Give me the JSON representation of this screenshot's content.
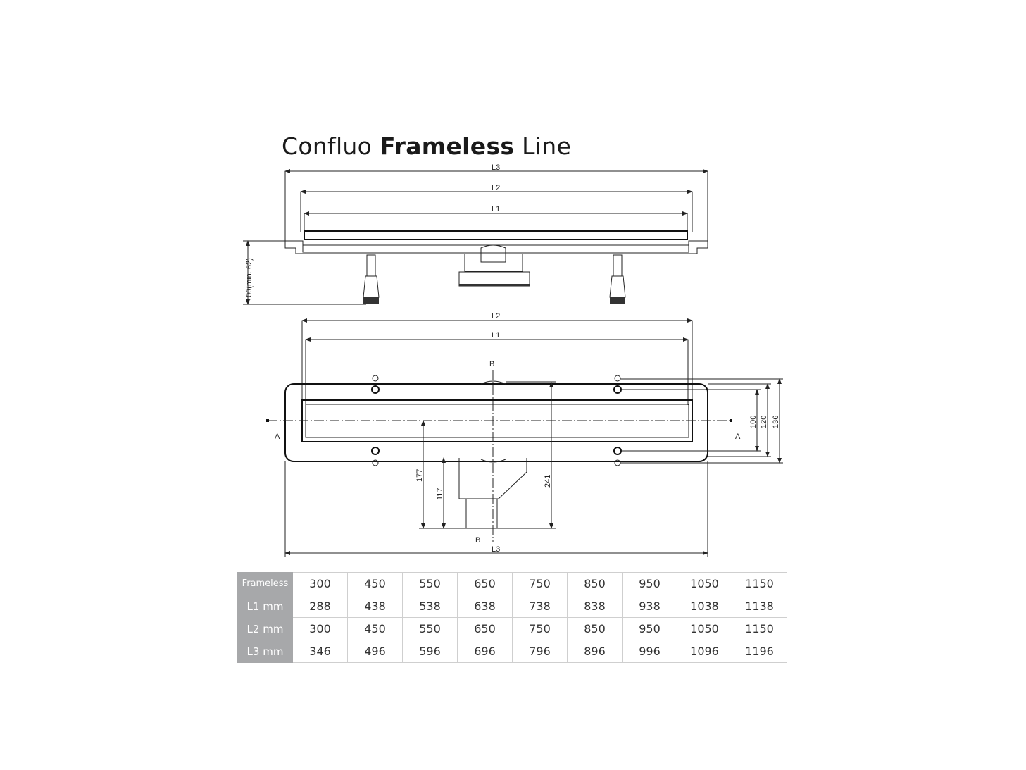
{
  "title": {
    "part1": "Confluo",
    "part2": "Frameless",
    "part3": "Line"
  },
  "side_view": {
    "l3": "L3",
    "l2": "L2",
    "l1": "L1",
    "height": "100(min. 62)"
  },
  "plan_view": {
    "l2": "L2",
    "l1": "L1",
    "l3": "L3",
    "section_a_left": "A",
    "section_a_right": "A",
    "section_b_top": "B",
    "section_b_bottom": "B",
    "dim_177": "177",
    "dim_117": "117",
    "dim_241": "241",
    "dim_100": "100",
    "dim_120": "120",
    "dim_136": "136"
  },
  "table": {
    "rows": [
      {
        "label": "Frameless",
        "values": [
          "300",
          "450",
          "550",
          "650",
          "750",
          "850",
          "950",
          "1050",
          "1150"
        ]
      },
      {
        "label": "L1 mm",
        "values": [
          "288",
          "438",
          "538",
          "638",
          "738",
          "838",
          "938",
          "1038",
          "1138"
        ]
      },
      {
        "label": "L2 mm",
        "values": [
          "300",
          "450",
          "550",
          "650",
          "750",
          "850",
          "950",
          "1050",
          "1150"
        ]
      },
      {
        "label": "L3 mm",
        "values": [
          "346",
          "496",
          "596",
          "696",
          "796",
          "896",
          "996",
          "1096",
          "1196"
        ]
      }
    ]
  }
}
